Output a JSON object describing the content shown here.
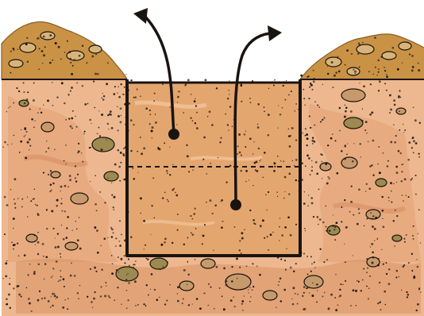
{
  "diagram": {
    "subject": "soil-pit-cross-section",
    "labels": [],
    "colors": {
      "background": "#ffffff",
      "soil_light": "#edb88f",
      "soil_mid": "#e3a174",
      "soil_dark": "#d48a5c",
      "pit_fill": "#e4a66f",
      "spoil_heap": "#c99245",
      "ink": "#1a1410",
      "pebble": "#b48a5a"
    },
    "arrows": [
      {
        "id": "upper-horizon-arrow",
        "origin": "upper-layer",
        "direction": "up-left"
      },
      {
        "id": "lower-horizon-arrow",
        "origin": "lower-layer",
        "direction": "up-right"
      }
    ],
    "layer_boundary": "dashed"
  }
}
